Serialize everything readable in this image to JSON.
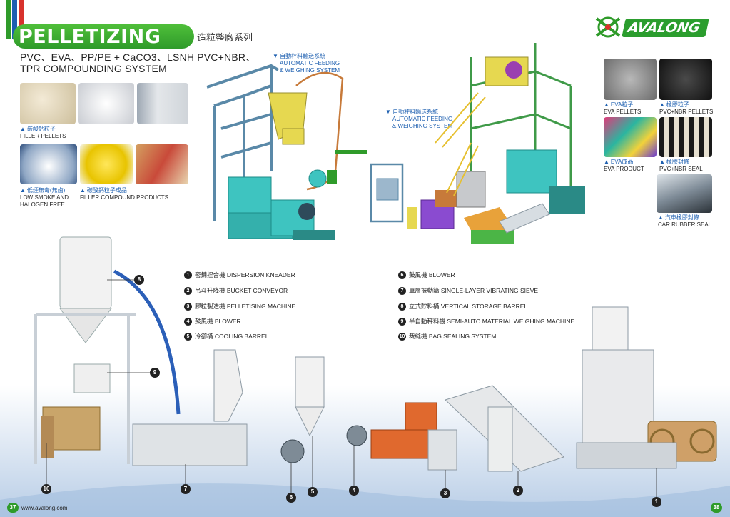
{
  "title": {
    "main": "PELLETIZING",
    "chinese": "造粒整廠系列",
    "subtitle_line1": "PVC、EVA、PP/PE + CaCO3、LSNH PVC+NBR、",
    "subtitle_line2": "TPR COMPOUNDING SYSTEM"
  },
  "logo": {
    "text": "AVALONG"
  },
  "left_photos": [
    {
      "cn": "碳酸鈣粒子",
      "en": "FILLER PELLETS"
    },
    {
      "cn": "低煙無毒(無鹵)",
      "en": "LOW SMOKE AND HALOGEN FREE"
    },
    {
      "cn": "碳酸鈣粒子成品",
      "en": "FILLER COMPOUND PRODUCTS"
    }
  ],
  "right_photos": [
    {
      "cn": "EVA粒子",
      "en": "EVA PELLETS"
    },
    {
      "cn": "橡膠粒子",
      "en": "PVC+NBR PELLETS"
    },
    {
      "cn": "EVA成品",
      "en": "EVA PRODUCT"
    },
    {
      "cn": "橡膠封條",
      "en": "PVC+NBR SEAL"
    },
    {
      "cn": "汽車橡膠封條",
      "en": "CAR RUBBER SEAL"
    }
  ],
  "callouts": [
    {
      "cn": "自動秤料輸送系統",
      "en1": "AUTOMATIC FEEDING",
      "en2": "& WEIGHING SYSTEM"
    },
    {
      "cn": "自動秤料輸送系統",
      "en1": "AUTOMATIC FEEDING",
      "en2": "& WEIGHING SYSTEM"
    }
  ],
  "legend": [
    {
      "num": "1",
      "text": "密鍊捏合機 DISPERSION KNEADER"
    },
    {
      "num": "2",
      "text": "吊斗升降機 BUCKET CONVEYOR"
    },
    {
      "num": "3",
      "text": "膠粒製造機 PELLETISING MACHINE"
    },
    {
      "num": "4",
      "text": "鼓風機 BLOWER"
    },
    {
      "num": "5",
      "text": "冷卻桶 COOLING BARREL"
    },
    {
      "num": "6",
      "text": "鼓風機 BLOWER"
    },
    {
      "num": "7",
      "text": "單層振動篩 SINGLE-LAYER VIBRATING SIEVE"
    },
    {
      "num": "8",
      "text": "立式貯料桶 VERTICAL STORAGE BARREL"
    },
    {
      "num": "9",
      "text": "半自動秤料機 SEMI-AUTO MATERIAL WEIGHING MACHINE"
    },
    {
      "num": "10",
      "text": "裁縫機 BAG SEALING SYSTEM"
    }
  ],
  "machine_badges": [
    "8",
    "9",
    "10",
    "7",
    "6",
    "5",
    "4",
    "3",
    "2",
    "1"
  ],
  "footer": {
    "page_left": "37",
    "url": "www.avalong.com",
    "page_right": "38"
  },
  "colors": {
    "brand_green": "#2f9b2a",
    "accent_blue": "#1d5fb0",
    "machine_teal": "#3ec4c0",
    "floor_blue": "#bcd0e8"
  }
}
